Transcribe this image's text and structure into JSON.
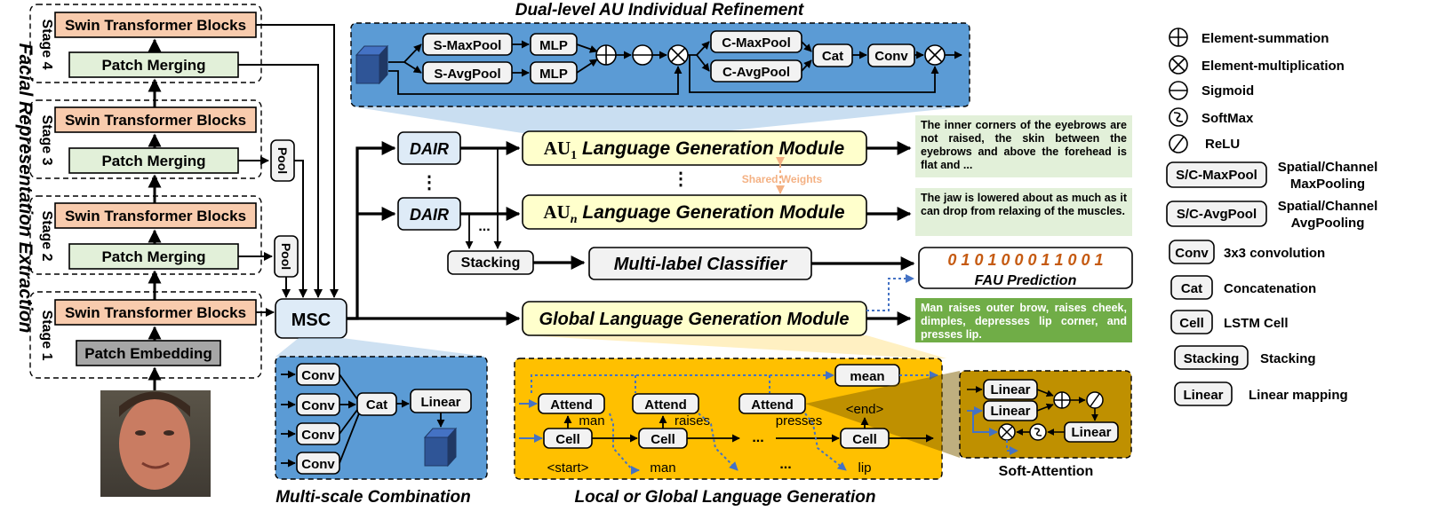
{
  "backbone": {
    "side_title": "Facial Representation Extraction",
    "stages": [
      "Stage 4",
      "Stage 3",
      "Stage 2",
      "Stage 1"
    ],
    "swin_label": "Swin Transformer Blocks",
    "patch_merging_label": "Patch Merging",
    "patch_embedding_label": "Patch Embedding",
    "pool_label": "Pool",
    "msc_label": "MSC"
  },
  "dair_panel": {
    "title": "Dual-level AU Individual Refinement",
    "s_maxpool": "S-MaxPool",
    "s_avgpool": "S-AvgPool",
    "mlp": "MLP",
    "c_maxpool": "C-MaxPool",
    "c_avgpool": "C-AvgPool",
    "cat": "Cat",
    "conv": "Conv"
  },
  "middle": {
    "dair": "DAIR",
    "au1_prefix": "AU",
    "au1_sub": "1",
    "aun_prefix": "AU",
    "aun_sub": "n",
    "language_module_suffix": "Language Generation Module",
    "shared_weights": "Shared Weights",
    "stacking": "Stacking",
    "classifier": "Multi-label Classifier",
    "global_module": "Global Language Generation Module",
    "prediction_digits": "0 1 0 1 0 0 0 1 1 0 0 1",
    "prediction_label": "FAU Prediction",
    "dots": "...",
    "vdots": "⋮"
  },
  "notes": {
    "au1": "The inner corners of the eyebrows are not raised, the skin between the eyebrows and above the forehead is flat and ...",
    "aun": "The jaw is lowered about as much as it can drop from relaxing of the muscles.",
    "global": "Man raises outer brow, raises cheek, dimples, depresses lip corner, and presses lip."
  },
  "msc_panel": {
    "title": "Multi-scale Combination",
    "conv": "Conv",
    "cat": "Cat",
    "linear": "Linear"
  },
  "lang_panel": {
    "title": "Local or Global Language Generation",
    "mean": "mean",
    "attend": "Attend",
    "cell": "Cell",
    "words_top": [
      "man",
      "raises",
      "presses",
      "<end>"
    ],
    "words_bottom": [
      "<start>",
      "man",
      "...",
      "lip"
    ],
    "dots": "..."
  },
  "attention_panel": {
    "title": "Soft-Attention",
    "linear": "Linear"
  },
  "legend": [
    {
      "symbol": "element-sum-icon",
      "label": "Element-summation"
    },
    {
      "symbol": "element-mul-icon",
      "label": "Element-multiplication"
    },
    {
      "symbol": "sigmoid-icon",
      "label": "Sigmoid"
    },
    {
      "symbol": "softmax-icon",
      "label": "SoftMax"
    },
    {
      "symbol": "relu-icon",
      "label": "ReLU"
    },
    {
      "box": "S/C-MaxPool",
      "label_lines": [
        "Spatial/Channel",
        "MaxPooling"
      ]
    },
    {
      "box": "S/C-AvgPool",
      "label_lines": [
        "Spatial/Channel",
        "AvgPooling"
      ]
    },
    {
      "box": "Conv",
      "label_lines": [
        "3x3 convolution"
      ]
    },
    {
      "box": "Cat",
      "label_lines": [
        "Concatenation"
      ]
    },
    {
      "box": "Cell",
      "label_lines": [
        "LSTM Cell"
      ]
    },
    {
      "box": "Stacking",
      "label_lines": [
        "Stacking"
      ]
    },
    {
      "box": "Linear",
      "label_lines": [
        "Linear mapping"
      ]
    }
  ],
  "colors": {
    "swin": "#f8cbad",
    "patch": "#e2f0d9",
    "gray": "#a6a6a6",
    "light_blue_box": "#deebf7",
    "blue_panel": "#5b9bd5",
    "yellow_panel": "#ffc000",
    "olive_panel": "#bf9000",
    "module_yellow": "#ffffcc",
    "note_green_light": "#e2f0d9",
    "note_green": "#70ad47",
    "prediction_orange": "#c55a11",
    "shared_weights": "#f4b183"
  }
}
